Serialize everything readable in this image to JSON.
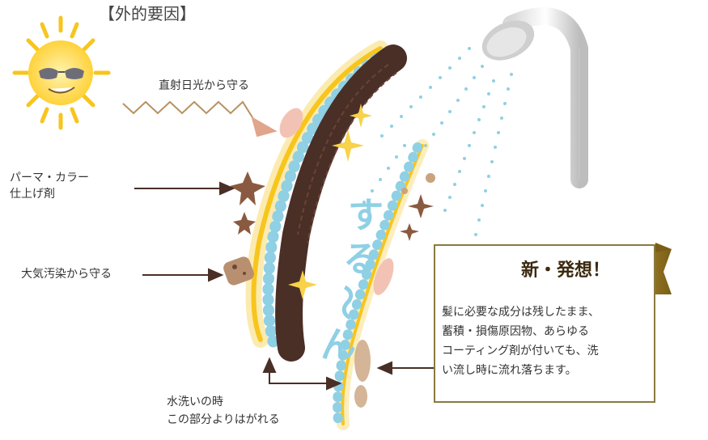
{
  "title": "【外的要因】",
  "labels": {
    "uv": "直射日光から守る",
    "perm": "パーマ・カラー\n仕上げ剤",
    "pollution": "大気汚染から守る",
    "wash": "水洗いの時\nこの部分よりはがれる"
  },
  "suru": [
    "す",
    "る",
    "〜",
    "ん"
  ],
  "box": {
    "heading": "新・発想！",
    "body": "髪に必要な成分は残したまま、\n蓄積・損傷原因物、あらゆる\nコーティング剤が付いても、洗\nい流し時に流れ落ちます。"
  },
  "colors": {
    "hair": "#4a2f26",
    "coating": "#8fd0e4",
    "glow": "#f7c51e",
    "arrow": "#4a2f26",
    "gold": "#c9a93a"
  }
}
